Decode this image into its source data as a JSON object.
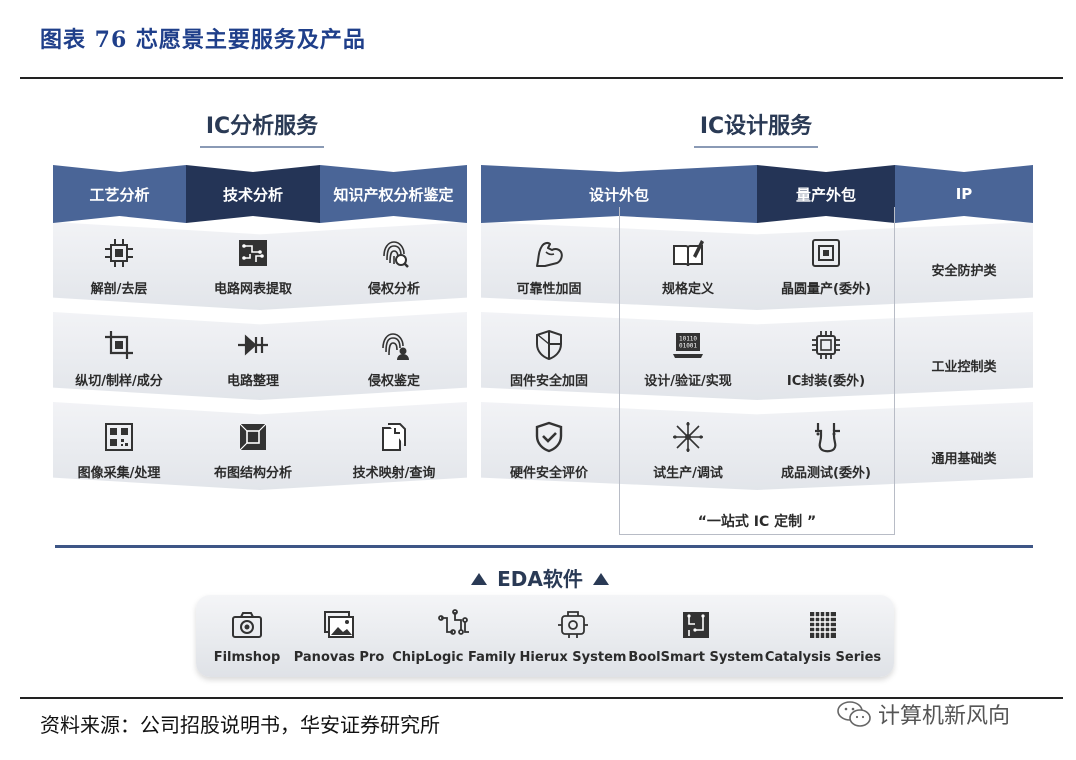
{
  "figure_title": "图表 76 芯愿景主要服务及产品",
  "ic_analysis": {
    "title": "IC分析服务",
    "headers": [
      "工艺分析",
      "技术分析",
      "知识产权分析鉴定"
    ],
    "rows": [
      [
        "解剖/去层",
        "电路网表提取",
        "侵权分析"
      ],
      [
        "纵切/制样/成分",
        "电路整理",
        "侵权鉴定"
      ],
      [
        "图像采集/处理",
        "布图结构分析",
        "技术映射/查询"
      ]
    ]
  },
  "ic_design": {
    "title": "IC设计服务",
    "headers": [
      "设计外包",
      "量产外包",
      "IP"
    ],
    "rows": [
      [
        "可靠性加固",
        "规格定义",
        "晶圆量产(委外)"
      ],
      [
        "固件安全加固",
        "设计/验证/实现",
        "IC封装(委外)"
      ],
      [
        "硬件安全评价",
        "试生产/调试",
        "成品测试(委外)"
      ]
    ],
    "ip_items": [
      "安全防护类",
      "工业控制类",
      "通用基础类"
    ],
    "one_stop": "“一站式 IC 定制 ”"
  },
  "eda": {
    "title": "EDA软件",
    "items": [
      "Filmshop",
      "Panovas Pro",
      "ChipLogic Family",
      "Hierux System",
      "BoolSmart System",
      "Catalysis Series"
    ]
  },
  "source": "资料来源：公司招股说明书，华安证券研究所",
  "watermark": "计算机新风向",
  "colors": {
    "header_mid": "#4a6597",
    "header_dark": "#243456",
    "title_blue": "#1f3f8a"
  }
}
